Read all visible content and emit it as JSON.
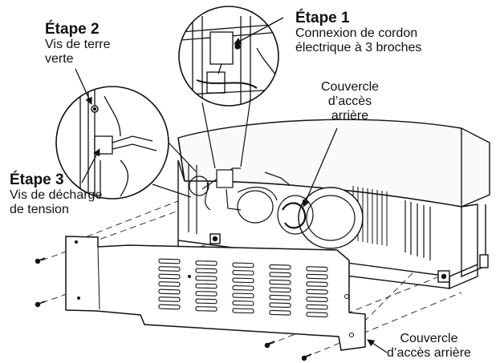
{
  "labels": {
    "step1": {
      "title": "Étape 1",
      "lines": [
        "Connexion de cordon",
        "électrique à 3 broches"
      ]
    },
    "step2": {
      "title": "Étape 2",
      "lines": [
        "Vis de terre",
        "verte"
      ]
    },
    "step3": {
      "title": "Étape 3",
      "lines": [
        "Vis de décharge",
        "de tension"
      ]
    },
    "rear_cover_upper": {
      "lines": [
        "Couvercle",
        "d’accès",
        "arrière"
      ]
    },
    "rear_cover_lower": {
      "lines": [
        "Couvercle",
        "d’accès arrière"
      ]
    }
  }
}
